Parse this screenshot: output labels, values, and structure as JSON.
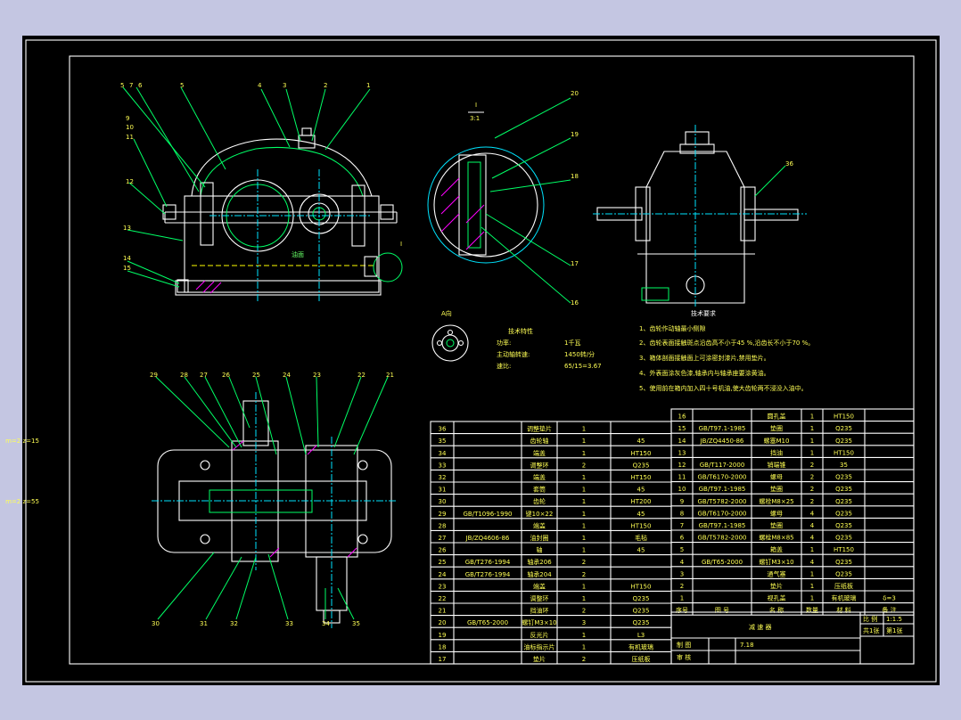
{
  "drawing": {
    "title": "减 速 器",
    "scale_label": "比 例",
    "scale_value": "1:1.5",
    "sheets_total": "共1张",
    "sheet_no": "第1张",
    "made_by": "制 图",
    "checked_by": "审 核",
    "date": "7.18"
  },
  "views": {
    "detail_label": "I",
    "detail_scale": "3:1",
    "a_view_label": "A向",
    "oil_label": "油面"
  },
  "callouts": {
    "front": [
      "5",
      "7",
      "6",
      "5",
      "4",
      "3",
      "2",
      "1",
      "9",
      "10",
      "11",
      "12",
      "13",
      "14",
      "15"
    ],
    "detail": [
      "20",
      "19",
      "18",
      "17",
      "16"
    ],
    "side": [
      "36"
    ],
    "top_upper": [
      "29",
      "28",
      "27",
      "26",
      "25",
      "24",
      "23",
      "22",
      "21"
    ],
    "top_lower": [
      "30",
      "31",
      "32",
      "33",
      "34",
      "35"
    ]
  },
  "tech_specs": {
    "heading": "技术特性",
    "rows": [
      {
        "label": "功率:",
        "value": "1千瓦"
      },
      {
        "label": "主动轴转速:",
        "value": "1450转/分"
      },
      {
        "label": "速比:",
        "value": "65/15=3.67"
      }
    ]
  },
  "tech_requirements": {
    "heading": "技术要求",
    "items": [
      "1、齿轮作动轴最小侧隙",
      "2、齿轮表面接触斑点沿齿高不小于45  %,沿齿长不小于70       %。",
      "3、箱体剖面接触面上可涂密封漆片,禁用垫片。",
      "4、外表面涂灰色漆,轴承内与轴承座要涂黄油。",
      "5、使用前在箱内加入四十号机油,使大齿轮两不浸没入油中。"
    ]
  },
  "bom_right": {
    "header": [
      "序号",
      "图 号",
      "名 称",
      "数量",
      "材 料",
      "备 注"
    ],
    "rows": [
      [
        "16",
        "",
        "圆孔盖",
        "1",
        "HT150",
        ""
      ],
      [
        "15",
        "GB/T97.1-1985",
        "垫圈",
        "1",
        "Q235",
        ""
      ],
      [
        "14",
        "JB/ZQ4450-86",
        "螺塞M10",
        "1",
        "Q235",
        ""
      ],
      [
        "13",
        "",
        "挡油",
        "1",
        "HT150",
        ""
      ],
      [
        "12",
        "GB/T117-2000",
        "销端锥",
        "2",
        "35",
        ""
      ],
      [
        "11",
        "GB/T6170-2000",
        "螺母",
        "2",
        "Q235",
        ""
      ],
      [
        "10",
        "GB/T97.1-1985",
        "垫圈",
        "2",
        "Q235",
        ""
      ],
      [
        "9",
        "GB/T5782-2000",
        "螺栓M8×25",
        "2",
        "Q235",
        ""
      ],
      [
        "8",
        "GB/T6170-2000",
        "螺母",
        "4",
        "Q235",
        ""
      ],
      [
        "7",
        "GB/T97.1-1985",
        "垫圈",
        "4",
        "Q235",
        ""
      ],
      [
        "6",
        "GB/T5782-2000",
        "螺栓M8×85",
        "4",
        "Q235",
        ""
      ],
      [
        "5",
        "",
        "箱盖",
        "1",
        "HT150",
        ""
      ],
      [
        "4",
        "GB/T65-2000",
        "螺钉M3×10",
        "4",
        "Q235",
        ""
      ],
      [
        "3",
        "",
        "通气塞",
        "1",
        "Q235",
        ""
      ],
      [
        "2",
        "",
        "垫片",
        "1",
        "压纸板",
        ""
      ],
      [
        "1",
        "",
        "视孔盖",
        "1",
        "有机玻璃",
        "δ=3"
      ]
    ]
  },
  "bom_left": {
    "rows": [
      [
        "36",
        "",
        "调整垫片",
        "1",
        "",
        ""
      ],
      [
        "35",
        "",
        "齿轮轴",
        "1",
        "45",
        "m=2 z=15"
      ],
      [
        "34",
        "",
        "端盖",
        "1",
        "HT150",
        ""
      ],
      [
        "33",
        "",
        "调整环",
        "2",
        "Q235",
        ""
      ],
      [
        "32",
        "",
        "端盖",
        "1",
        "HT150",
        ""
      ],
      [
        "31",
        "",
        "套筒",
        "1",
        "45",
        ""
      ],
      [
        "30",
        "",
        "齿轮",
        "1",
        "HT200",
        "m=2 z=55"
      ],
      [
        "29",
        "GB/T1096-1990",
        "键10×22",
        "1",
        "45",
        ""
      ],
      [
        "28",
        "",
        "端盖",
        "1",
        "HT150",
        ""
      ],
      [
        "27",
        "JB/ZQ4606-86",
        "油封圈",
        "1",
        "毛毡",
        ""
      ],
      [
        "26",
        "",
        "轴",
        "1",
        "45",
        ""
      ],
      [
        "25",
        "GB/T276-1994",
        "轴承206",
        "2",
        "",
        ""
      ],
      [
        "24",
        "GB/T276-1994",
        "轴承204",
        "2",
        "",
        ""
      ],
      [
        "23",
        "",
        "端盖",
        "1",
        "HT150",
        ""
      ],
      [
        "22",
        "",
        "调整环",
        "1",
        "Q235",
        ""
      ],
      [
        "21",
        "",
        "挡油环",
        "2",
        "Q235",
        ""
      ],
      [
        "20",
        "GB/T65-2000",
        "螺钉M3×10",
        "3",
        "Q235",
        ""
      ],
      [
        "19",
        "",
        "反光片",
        "1",
        "L3",
        ""
      ],
      [
        "18",
        "",
        "油标指示片",
        "1",
        "有机玻璃",
        ""
      ],
      [
        "17",
        "",
        "垫片",
        "2",
        "压纸板",
        ""
      ]
    ]
  },
  "colors": {
    "background": "#c4c6e2",
    "canvas": "#000000",
    "frame": "#ffffff",
    "lines": "#00ff66",
    "outline": "#ffffff",
    "center": "#00e5ff",
    "hidden": "#ffff00",
    "text": "#ffff55"
  }
}
